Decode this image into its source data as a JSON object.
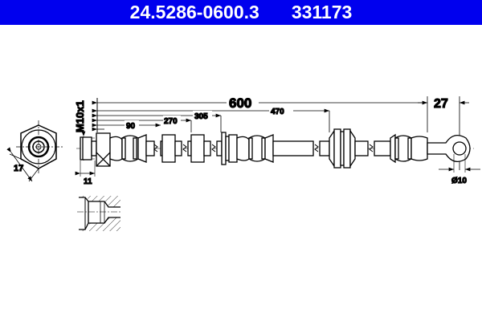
{
  "header": {
    "part_number": "24.5286-0600.3",
    "ref_number": "331173",
    "background_color": "#0000ee",
    "text_color": "#ffffff"
  },
  "drawing": {
    "type": "brake hose technical drawing",
    "dimensions": {
      "total_length": "600",
      "eye_offset": "27",
      "d90": "90",
      "d270": "270",
      "d305": "305",
      "d470": "470",
      "thread": "M10x1",
      "fitting_length": "11",
      "wrench_size": "17",
      "eye_diameter": "Ø10"
    }
  }
}
